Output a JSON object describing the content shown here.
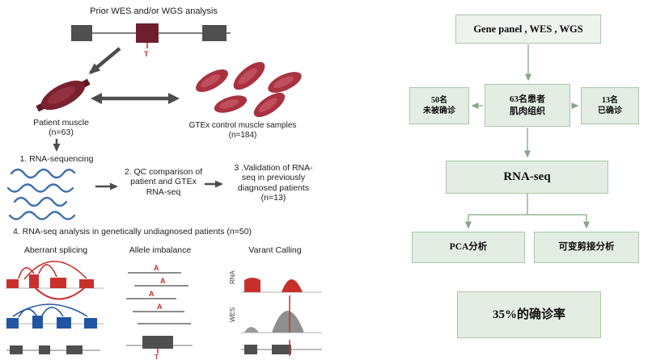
{
  "left_panel": {
    "prior_analysis_label": "Prior WES and/or WGS analysis",
    "mutation_letter": "T",
    "patient_muscle": {
      "label": "Patient muscle",
      "count": "(n=63)"
    },
    "gtex": {
      "label": "GTEx control muscle samples",
      "count": "(n=184)"
    },
    "steps": {
      "step1": "1. RNA-sequencing",
      "step2": "2. QC comparison of patient and GTEx RNA-seq",
      "step3": "3 .Validation of RNA-seq in previously diagnosed patients (n=13)",
      "step4": "4. RNA-seq analysis in genetically undiagnosed patients (n=50)"
    },
    "subpanels": {
      "aberrant_splicing": "Aberrant splicing",
      "allele_imbalance": "Allele imbalance",
      "variant_calling": "Varant Calling"
    },
    "tracks": {
      "rna": "RNA",
      "wes": "WES"
    },
    "allele_letter": "A",
    "reference_letter": "T"
  },
  "right_panel": {
    "top_box": "Gene panel , WES , WGS",
    "left_box": {
      "line1": "50名",
      "line2": "未被确诊"
    },
    "middle_box": {
      "line1": "63名患者",
      "line2": "肌肉组织"
    },
    "right_box": {
      "line1": "13名",
      "line2": "已确诊"
    },
    "rnaseq_box": "RNA-seq",
    "pca_box": "PCA分析",
    "splicing_box": "可变剪接分析",
    "result_box": "35%的确诊率"
  },
  "colors": {
    "panel_box_fill": "#e3ede3",
    "panel_box_border": "#aac6aa",
    "arrow_green": "#86a886",
    "arrow_dark": "#4d4d4d",
    "dark_red": "#7a2130",
    "red": "#c9302c",
    "blue": "#2155a3",
    "dark_gray": "#4f4f4f"
  }
}
